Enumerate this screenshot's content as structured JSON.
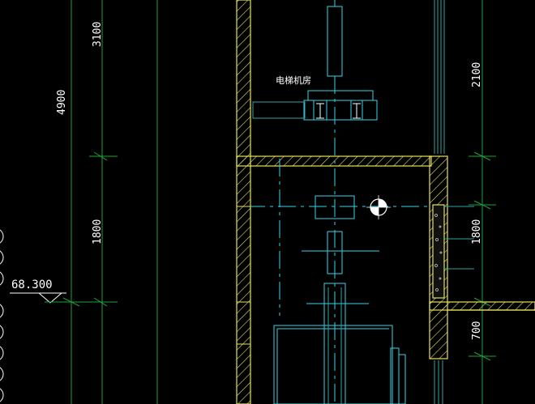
{
  "drawing": {
    "room_label": "电梯机房",
    "elevation_label": "68.300",
    "dimensions": {
      "left_upper": "3100",
      "left_total": "4900",
      "left_lower": "1800",
      "right_upper": "2100",
      "right_middle": "1800",
      "right_lower": "700"
    }
  },
  "colors": {
    "background": "#000000",
    "grid_green": "#1f9f3a",
    "wall_yellow": "#e6e35a",
    "cyan": "#33d6e8",
    "teal": "#2aa9a3",
    "white": "#ffffff"
  }
}
